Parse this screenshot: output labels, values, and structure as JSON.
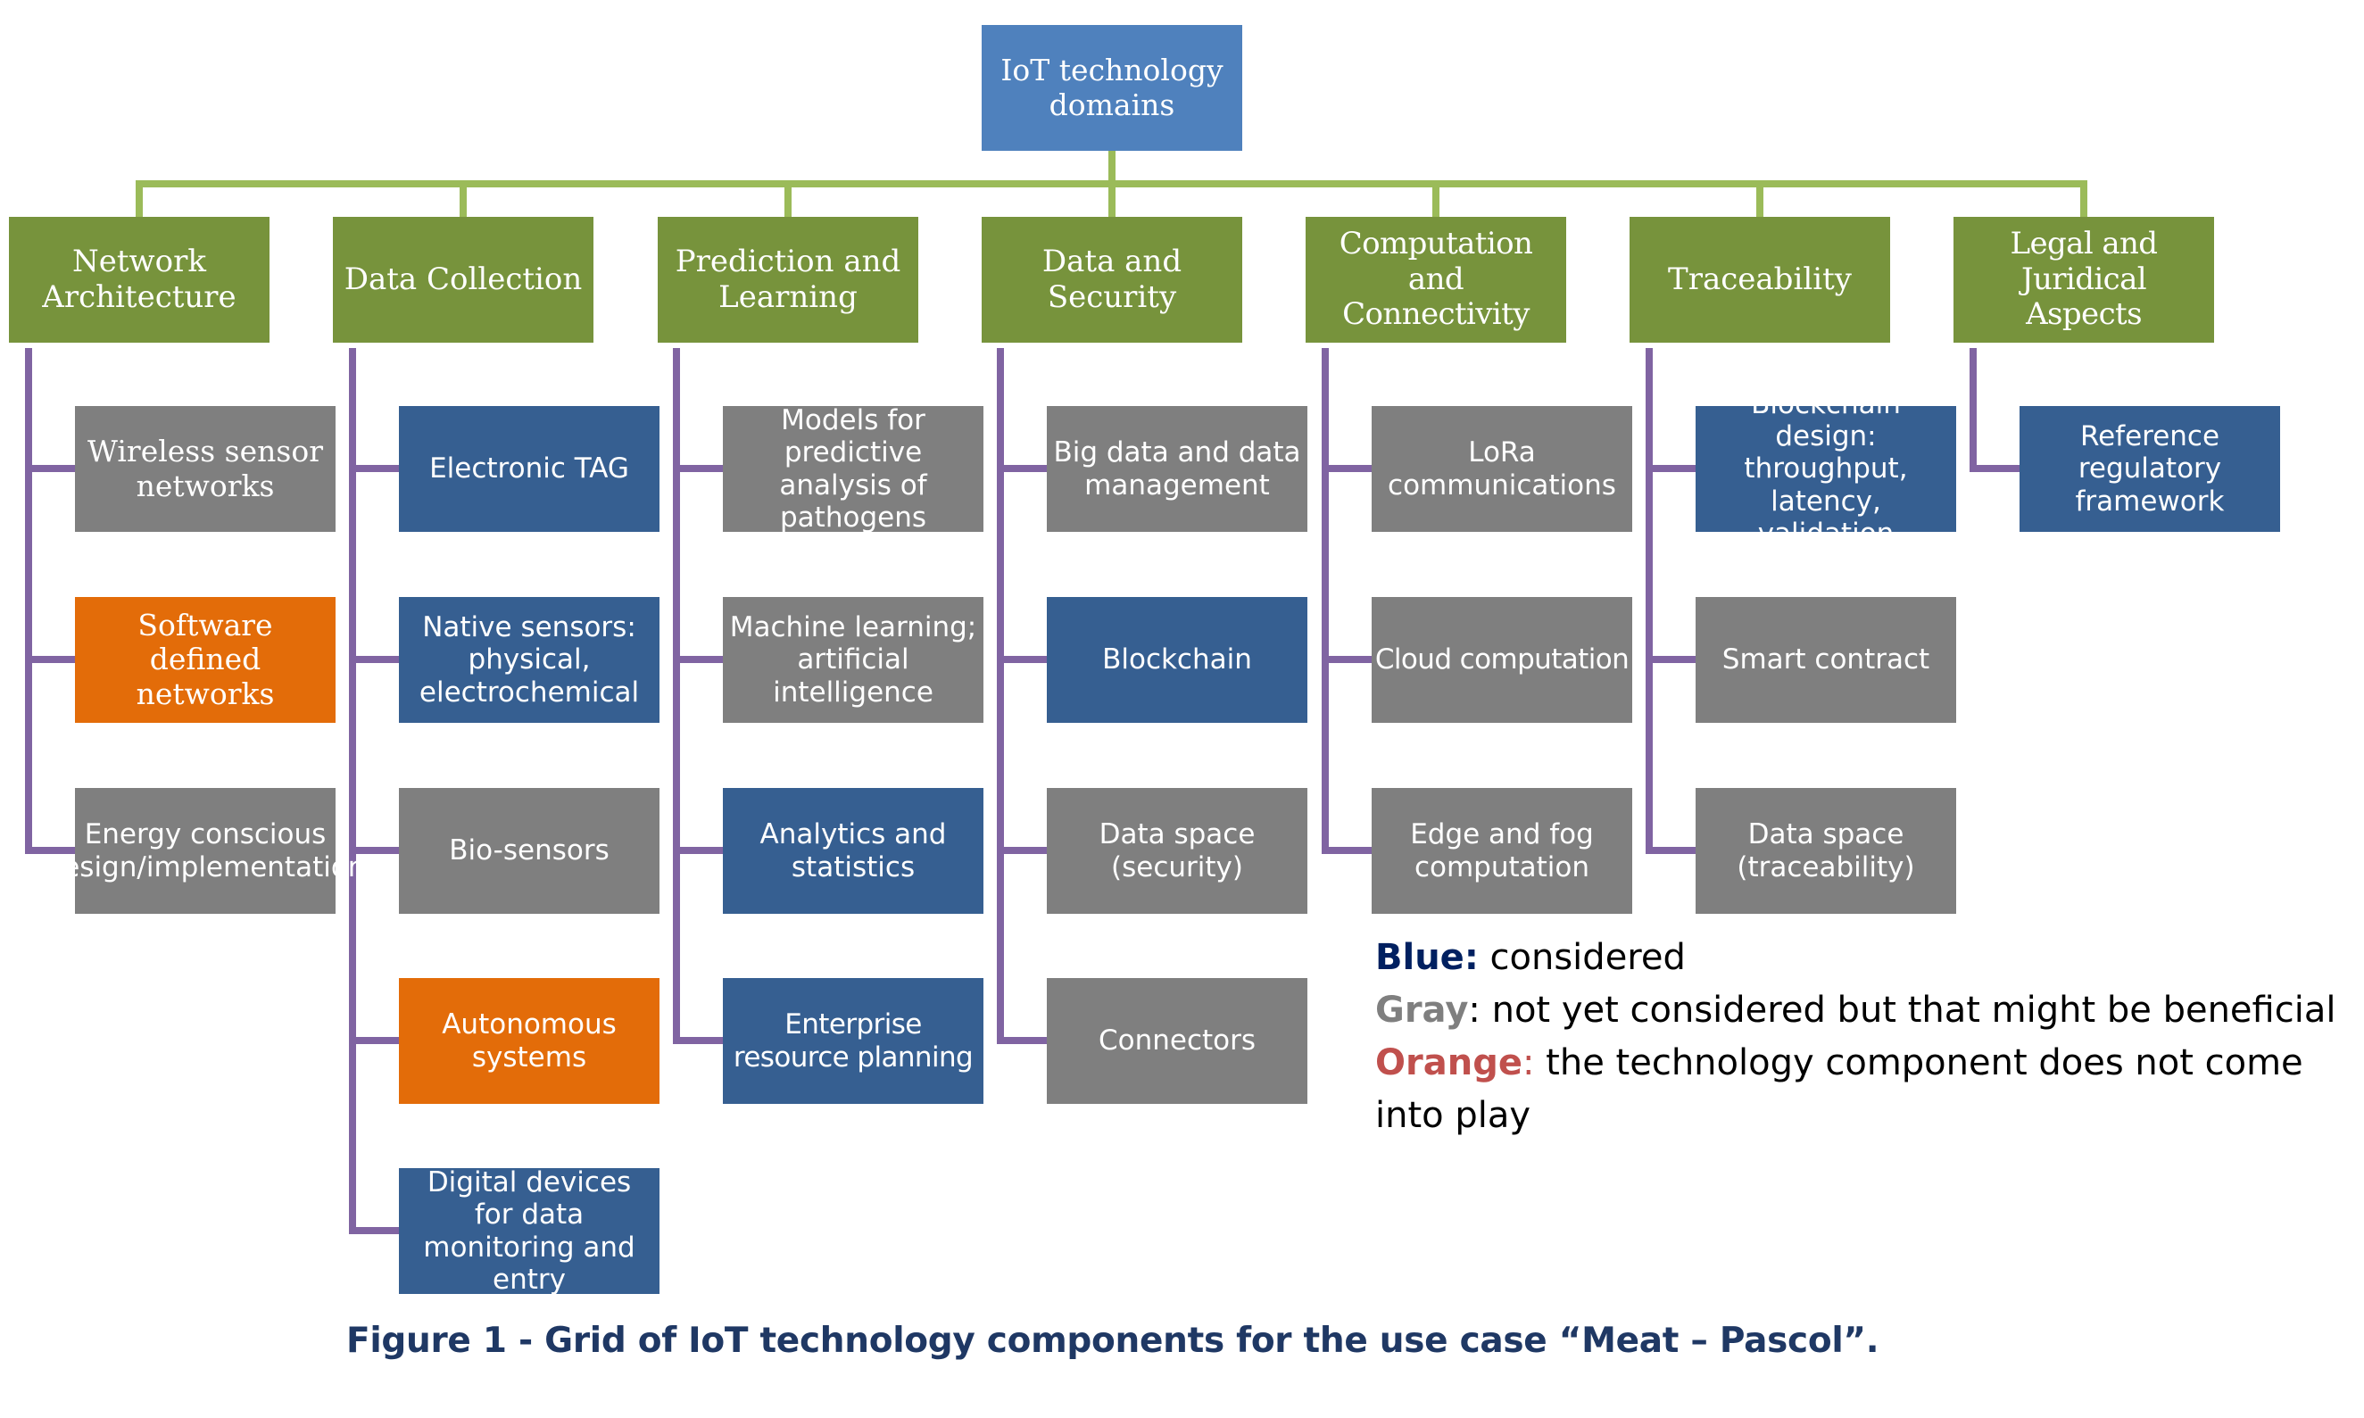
{
  "colors": {
    "root": "#4f81bd",
    "category": "#77933c",
    "considered": "#365f91",
    "not_yet_considered": "#7f7f7f",
    "not_in_play": "#e36c09",
    "trunk_line": "#9bbb59",
    "branch_line": "#8064a2",
    "legend_blue": "#002060",
    "legend_gray": "#7f7f7f",
    "legend_orange": "#c0504d",
    "caption": "#1f3864"
  },
  "root": {
    "label": "IoT technology domains"
  },
  "categories": [
    {
      "label": "Network Architecture",
      "items": [
        {
          "label": "Wireless sensor networks",
          "status": "gray"
        },
        {
          "label": "Software defined networks",
          "status": "orange"
        },
        {
          "label": "Energy conscious design/implementation",
          "status": "gray"
        }
      ]
    },
    {
      "label": "Data Collection",
      "items": [
        {
          "label": "Electronic TAG",
          "status": "blue"
        },
        {
          "label": "Native sensors: physical, electrochemical",
          "status": "blue"
        },
        {
          "label": "Bio-sensors",
          "status": "gray"
        },
        {
          "label": "Autonomous systems",
          "status": "orange"
        },
        {
          "label": "Digital devices for data monitoring and entry",
          "status": "blue"
        }
      ]
    },
    {
      "label": "Prediction and Learning",
      "items": [
        {
          "label": "Models for predictive analysis of pathogens",
          "status": "gray"
        },
        {
          "label": "Machine learning; artificial intelligence",
          "status": "gray"
        },
        {
          "label": "Analytics and statistics",
          "status": "blue"
        },
        {
          "label": "Enterprise resource planning",
          "status": "blue"
        }
      ]
    },
    {
      "label": "Data and Security",
      "items": [
        {
          "label": "Big data and data management",
          "status": "gray"
        },
        {
          "label": "Blockchain",
          "status": "blue"
        },
        {
          "label": "Data space (security)",
          "status": "gray"
        },
        {
          "label": "Connectors",
          "status": "gray"
        }
      ]
    },
    {
      "label": "Computation and Connectivity",
      "items": [
        {
          "label": "LoRa communications",
          "status": "gray"
        },
        {
          "label": "Cloud computation",
          "status": "gray"
        },
        {
          "label": "Edge and fog computation",
          "status": "gray"
        }
      ]
    },
    {
      "label": "Traceability",
      "items": [
        {
          "label": "Blockchain design: throughput, latency, validation",
          "status": "blue"
        },
        {
          "label": "Smart contract",
          "status": "gray"
        },
        {
          "label": "Data space (traceability)",
          "status": "gray"
        }
      ]
    },
    {
      "label": "Legal and Juridical Aspects",
      "items": [
        {
          "label": "Reference regulatory framework",
          "status": "blue"
        }
      ]
    }
  ],
  "legend": [
    {
      "key": "Blue",
      "sep": ":",
      "text": " considered",
      "color_key": "legend_blue"
    },
    {
      "key": "Gray",
      "sep": ":",
      "text": " not yet considered but that might be beneficial",
      "color_key": "legend_gray"
    },
    {
      "key": "Orange",
      "sep": ":",
      "text": " the technology component does not come",
      "color_key": "legend_orange"
    },
    {
      "key": "",
      "sep": "",
      "text": "into play",
      "color_key": "legend_gray"
    }
  ],
  "caption": "Figure 1 - Grid of IoT technology components for the use case “Meat – Pascol”."
}
